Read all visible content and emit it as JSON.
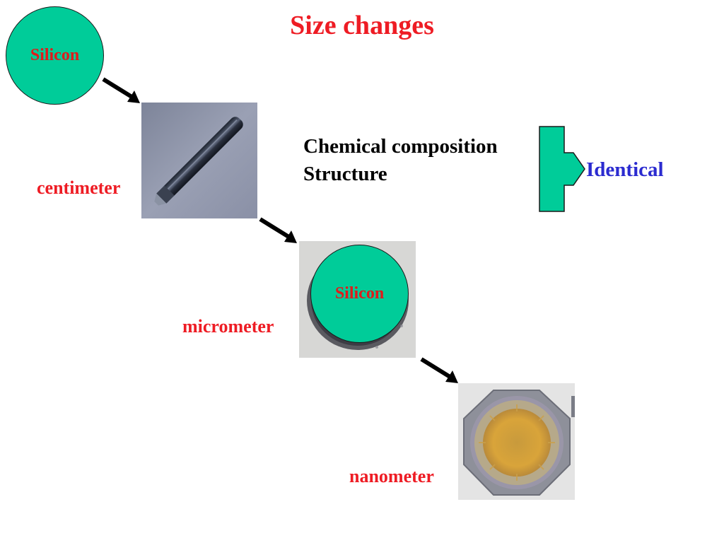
{
  "title": "Size changes",
  "circle_top": {
    "label": "Silicon"
  },
  "circle_mid": {
    "label": "Silicon"
  },
  "scales": {
    "centimeter": "centimeter",
    "micrometer": "micrometer",
    "nanometer": "nanometer"
  },
  "properties": {
    "line1": "Chemical composition",
    "line2": "Structure"
  },
  "result": "Identical",
  "colors": {
    "title": "#ee1c24",
    "circle_fill": "#00cc99",
    "result": "#2b2bd0"
  },
  "photos": {
    "centimeter": "silicon-rod-photo",
    "micrometer": "silicon-powder-photo",
    "nanometer": "silicon-nanoparticles-photo"
  }
}
